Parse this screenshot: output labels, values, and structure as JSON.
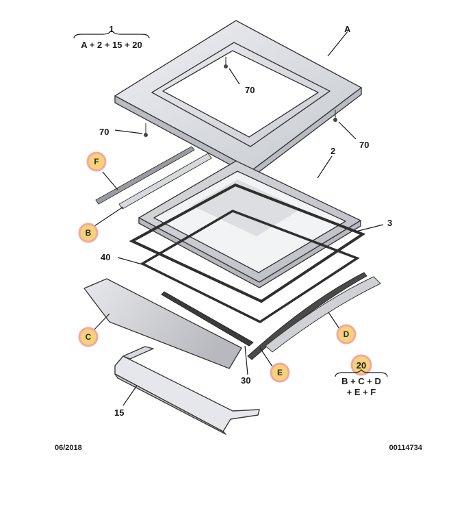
{
  "parts": {
    "frame": "A",
    "glass": "2",
    "seal": "3",
    "gasket": "40",
    "deflector": "30",
    "shade": "15",
    "screw": "70"
  },
  "kit_callouts": {
    "b": "B",
    "c": "C",
    "d": "D",
    "e": "E",
    "f": "F"
  },
  "formula_1": {
    "number": "1",
    "expression": "A + 2 + 15 + 20"
  },
  "formula_20": {
    "number": "20",
    "line1": "B + C + D",
    "line2": "+ E + F"
  },
  "footer": {
    "date": "06/2018",
    "reference": "00114734"
  },
  "colors": {
    "part_fill": "#e4e6ea",
    "part_shade": "#c9ccd2",
    "callout_fill": "#f6d27a",
    "callout_ring": "#f2a8a0"
  }
}
